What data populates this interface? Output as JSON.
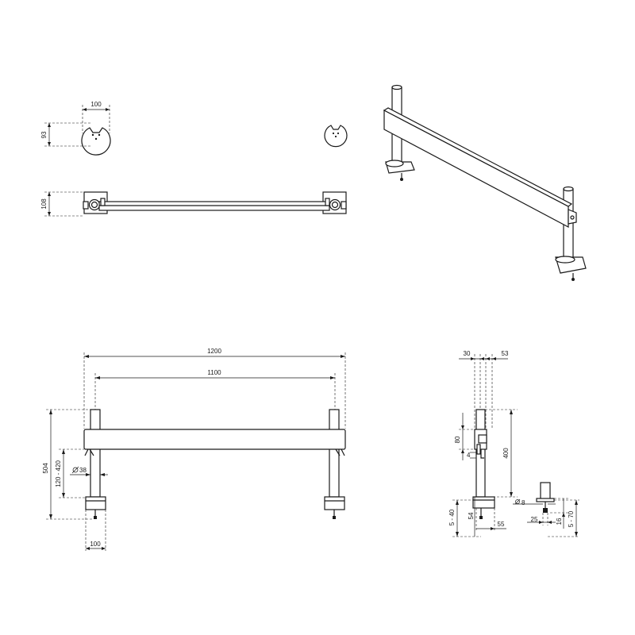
{
  "dimensions": {
    "top_disc_width": "100",
    "top_disc_height": "93",
    "top_view_height": "108",
    "overall_width": "1200",
    "pole_spacing": "1100",
    "total_height": "504",
    "bar_height_range": "120 - 420",
    "pole_diameter": "38",
    "base_width": "100",
    "side_bar_depth": "30",
    "side_offset": "53",
    "bracket_height": "80",
    "pole_height": "400",
    "bracket_gap": "4",
    "clamp_range": "5 - 40",
    "clamp_height": "54",
    "clamp_depth": "55",
    "bolt_diameter": "8",
    "bolt_width": "25",
    "bolt_height": "16",
    "clamp_range_detail": "5 - 70"
  }
}
